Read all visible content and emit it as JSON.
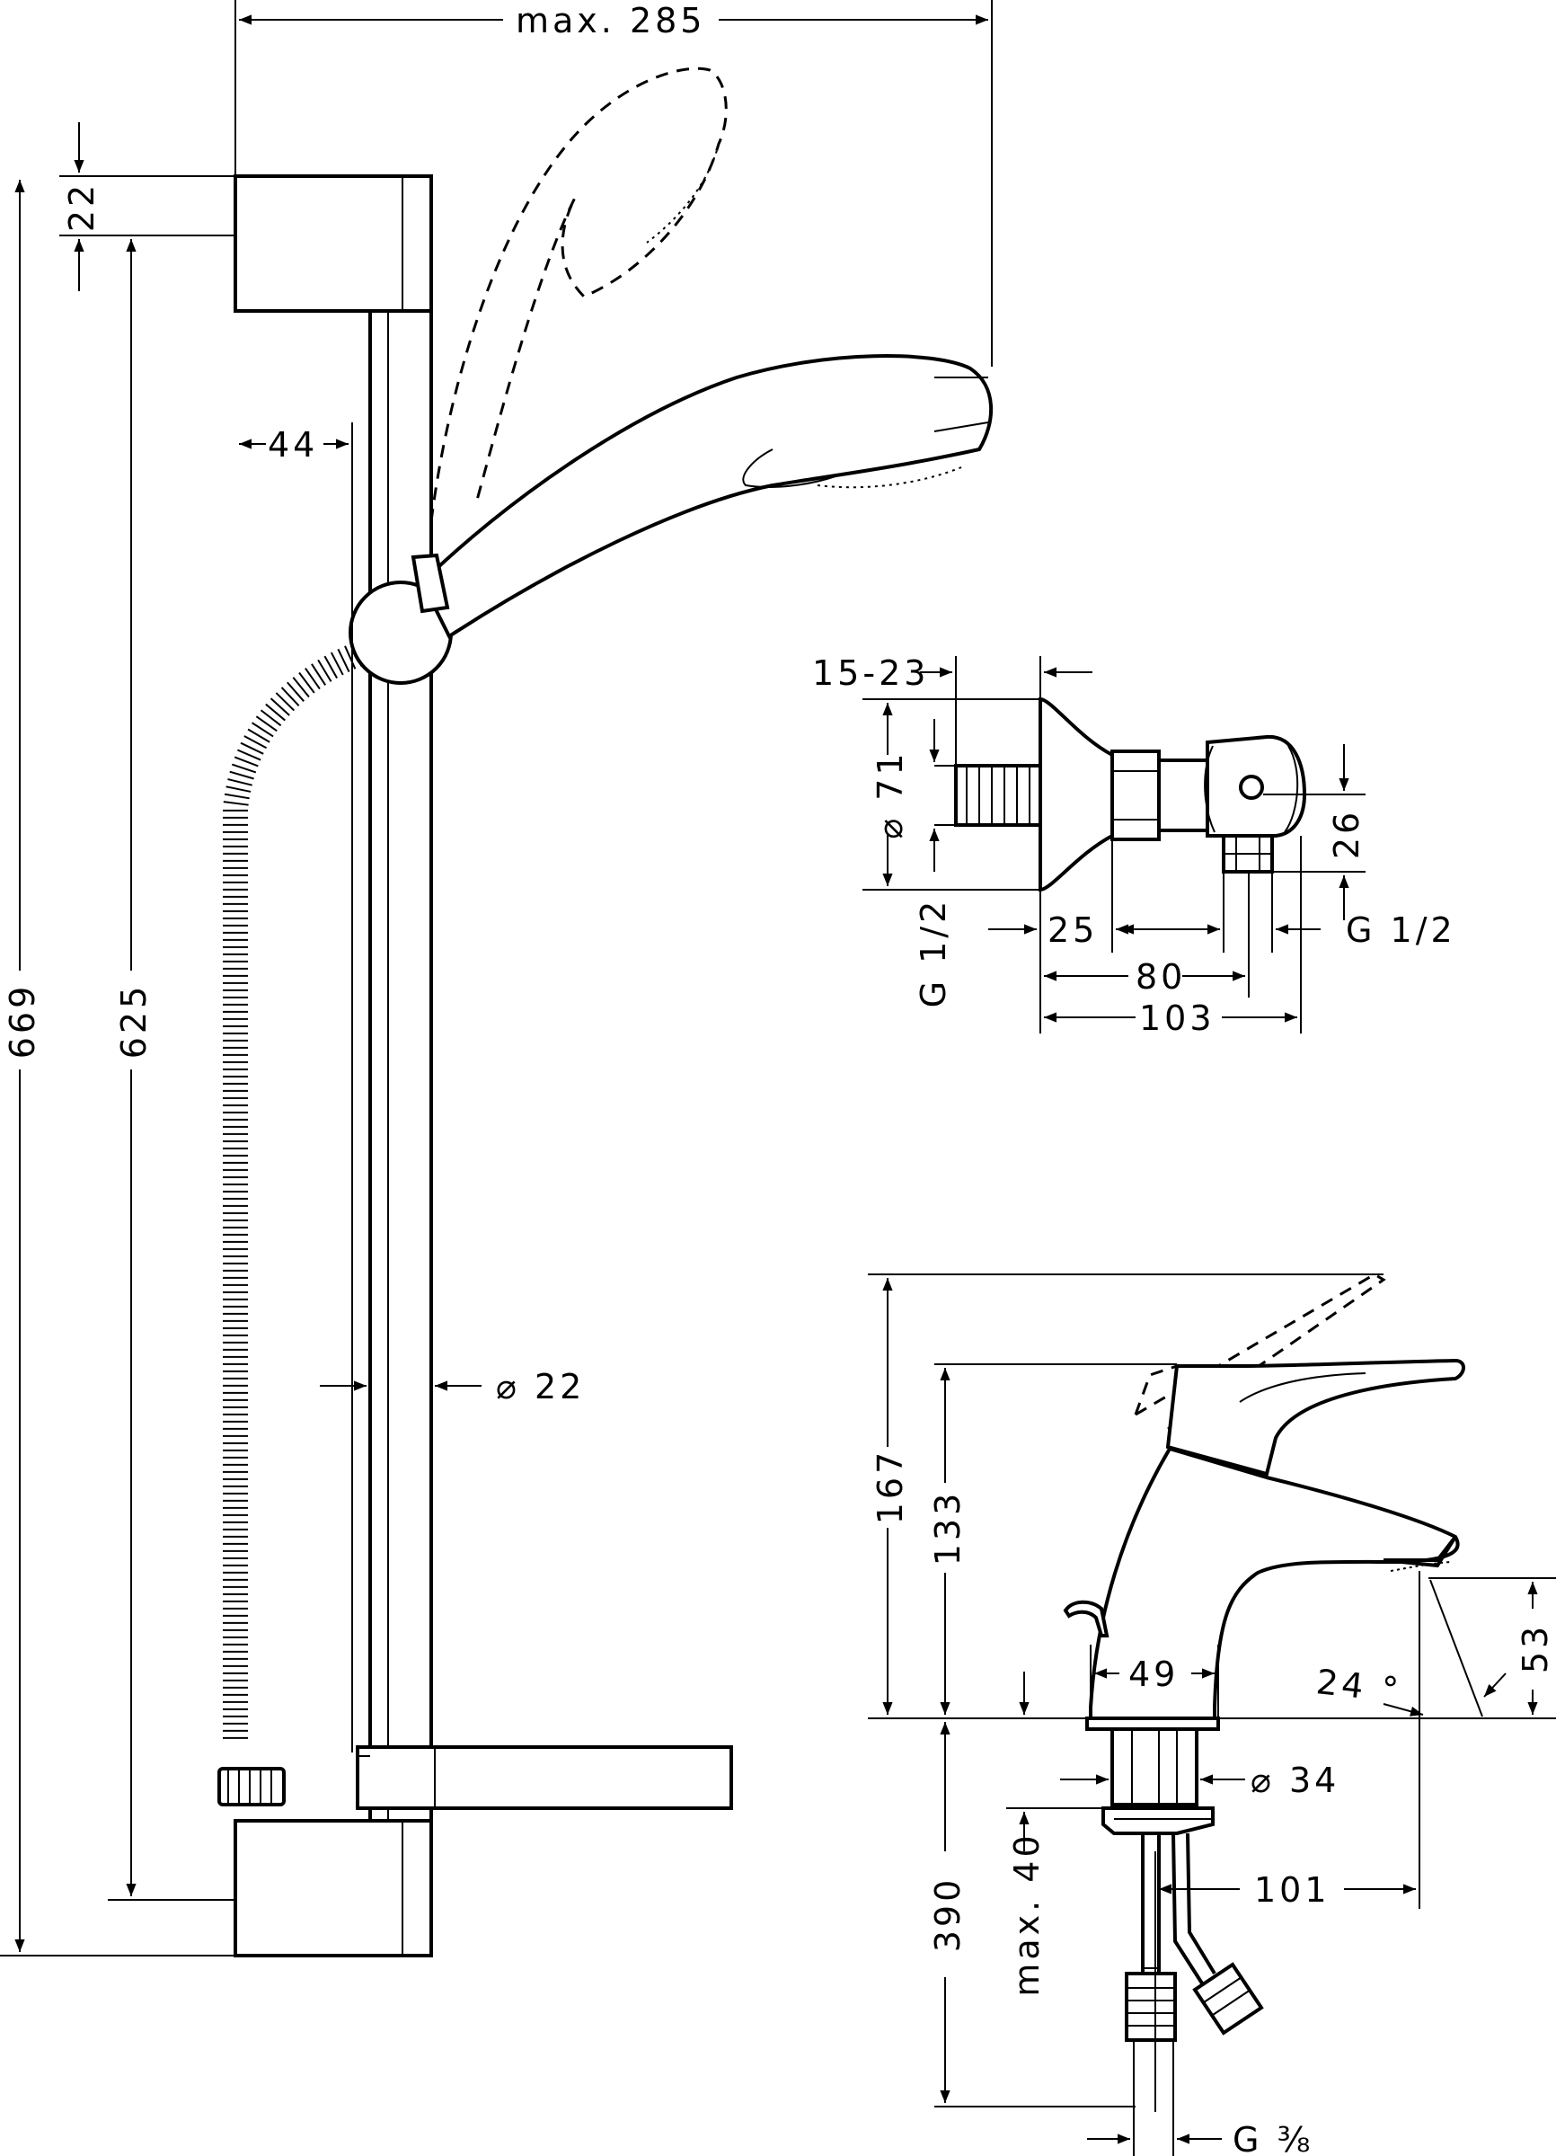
{
  "shower_set": {
    "max_width": "max. 285",
    "top_offset": "22",
    "wall_offset": "44",
    "total_height": "669",
    "rail_height": "625",
    "rail_diameter": "⌀ 22"
  },
  "valve": {
    "adjust": "15-23",
    "rosette_diameter": "⌀ 71",
    "inlet_thread": "G 1/2",
    "outlet_height": "26",
    "outlet_thread": "G 1/2",
    "body_offset": "25",
    "center_distance": "80",
    "total_depth": "103"
  },
  "mixer": {
    "height_lever_raised": "167",
    "height_body": "133",
    "spout_height": "53",
    "spout_angle": "24 °",
    "base_width": "49",
    "shank_diameter": "⌀ 34",
    "spout_reach": "101",
    "hose_length": "390",
    "max_thickness": "max. 40",
    "connection": "G ⅜"
  }
}
